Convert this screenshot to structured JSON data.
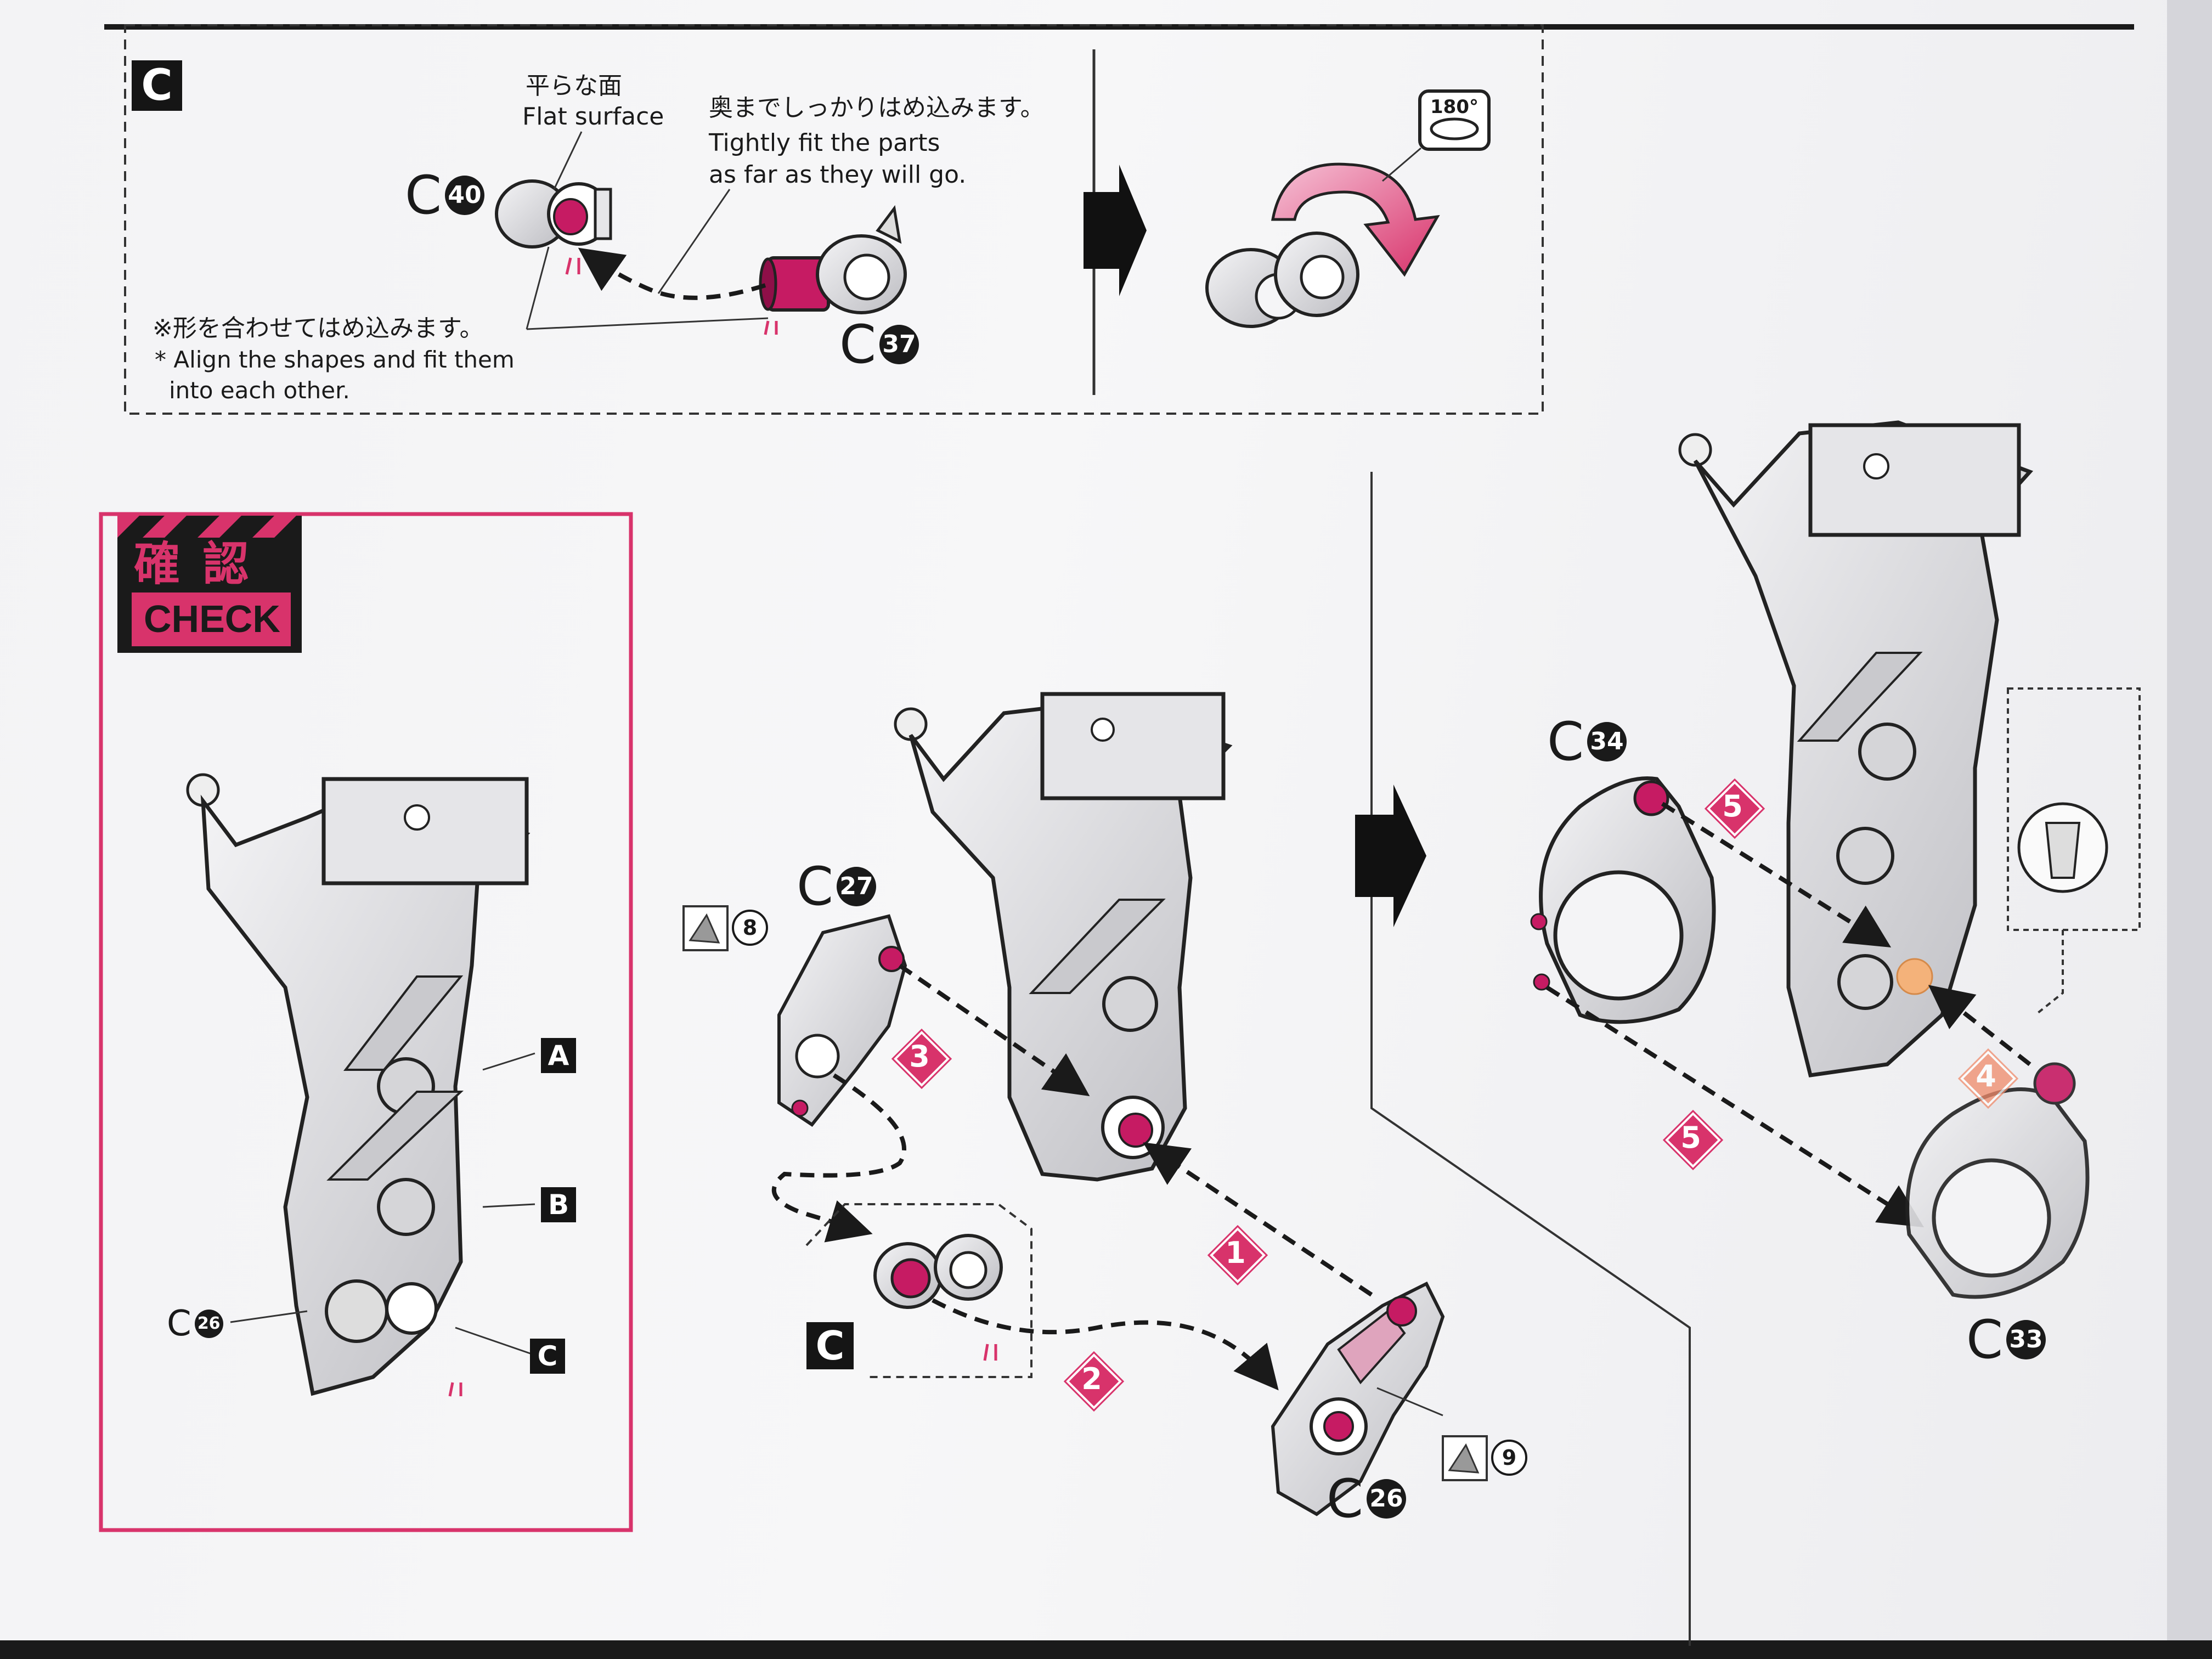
{
  "section_c": {
    "badge": "C",
    "flat_surface_jp": "平らな面",
    "flat_surface_en": "Flat surface",
    "tight_fit_jp": "奥までしっかりはめ込みます。",
    "tight_fit_en_1": "Tightly fit the parts",
    "tight_fit_en_2": "as far as they will go.",
    "align_jp": "※形を合わせてはめ込みます。",
    "align_en_1": "* Align the shapes and fit them",
    "align_en_2": "into each other.",
    "part_c40_letter": "C",
    "part_c40_num": "40",
    "part_c37_letter": "C",
    "part_c37_num": "37",
    "rotate_label": "180°"
  },
  "check_panel": {
    "title_jp": "確 認",
    "title_en": "CHECK",
    "callout_a": "A",
    "callout_b": "B",
    "callout_c": "C",
    "part_c26_letter": "C",
    "part_c26_num": "26"
  },
  "assembly_left": {
    "part_c27_letter": "C",
    "part_c27_num": "27",
    "part_c26_letter": "C",
    "part_c26_num": "26",
    "sub_c_badge": "C",
    "cut_8": "8",
    "cut_9": "9",
    "step_1": "1",
    "step_2": "2",
    "step_3": "3"
  },
  "assembly_right": {
    "part_c34_letter": "C",
    "part_c34_num": "34",
    "part_c33_letter": "C",
    "part_c33_num": "33",
    "step_4": "4",
    "step_5a": "5",
    "step_5b": "5"
  },
  "colors": {
    "accent_magenta": "#d8336b",
    "part_pink": "#c61b63",
    "ink": "#1a1a1a",
    "part_gray": "#d9d9dc"
  }
}
